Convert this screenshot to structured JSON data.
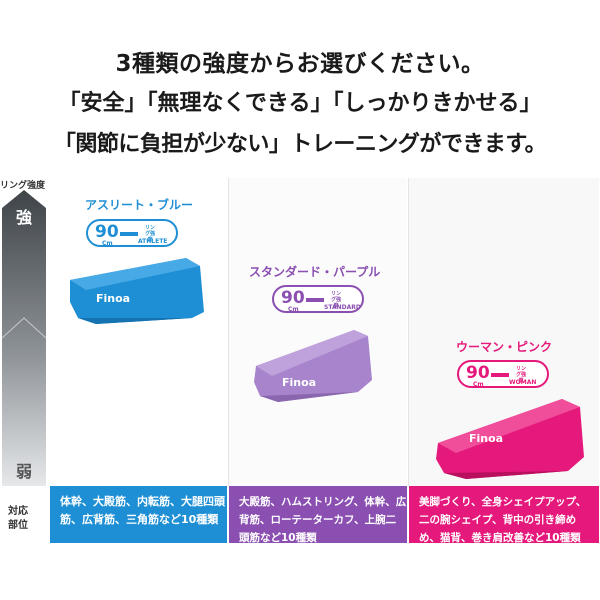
{
  "headline": {
    "line1": "3種類の強度からお選びください。",
    "line2": "「安全」「無理なくできる」「しっかりきかせる」",
    "line3": "「関節に負担が少ない」トレーニングができます。"
  },
  "strength_scale": {
    "title": "リング強度",
    "strong": "強",
    "weak": "弱"
  },
  "row_label": {
    "line1": "対応",
    "line2": "部位"
  },
  "bands": [
    {
      "name": "アスリート・ブルー",
      "length": "90",
      "unit": "Cm",
      "strength_jp": "リング強度",
      "strength_en": "ATHLETE",
      "brand": "Finoa",
      "color": "#1e8fd5",
      "muscles": [
        "体幹、大殿筋、内転筋、大腿四頭",
        "筋、広背筋、三角筋など10種類"
      ]
    },
    {
      "name": "スタンダード・パープル",
      "length": "90",
      "unit": "Cm",
      "strength_jp": "リング強度",
      "strength_en": "STANDARD",
      "brand": "Finoa",
      "color": "#8a4fb0",
      "muscles": [
        "大殿筋、ハムストリング、体幹、広",
        "背筋、ローテーターカフ、上腕二",
        "頭筋など10種類"
      ]
    },
    {
      "name": "ウーマン・ピンク",
      "length": "90",
      "unit": "Cm",
      "strength_jp": "リング強度",
      "strength_en": "WOMAN",
      "brand": "Finoa",
      "color": "#e5197b",
      "muscles": [
        "美脚づくり、全身シェイプアップ、",
        "二の腕シェイプ、背中の引き締め",
        "め、猫背、巻き肩改善など10種類"
      ]
    }
  ]
}
